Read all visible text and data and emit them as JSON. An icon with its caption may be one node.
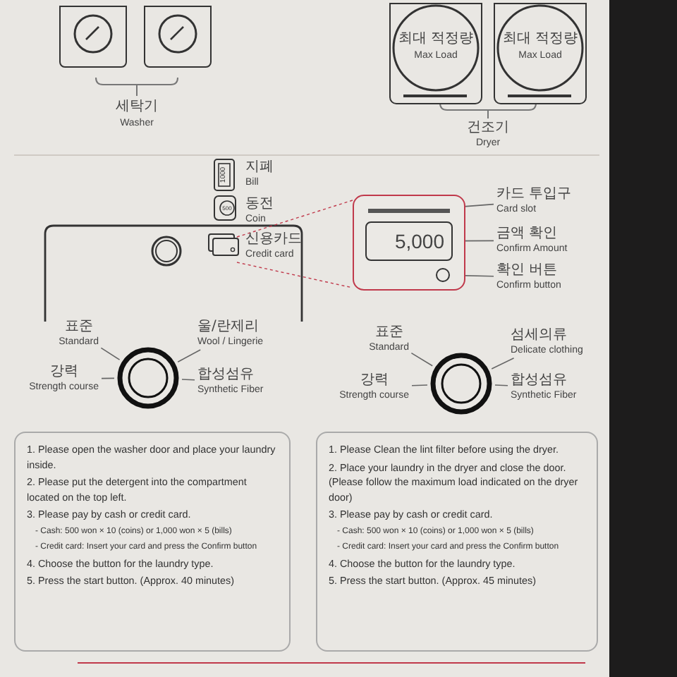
{
  "diagram": {
    "nodes": [
      {
        "text": [],
        "shape": "box"
      },
      {
        "text": [],
        "shape": "box"
      },
      {
        "text": [
          "최대 적정량",
          "Max Load"
        ]
      },
      {
        "text": [
          "최대 적정량",
          "Max Load"
        ]
      },
      {
        "text": [],
        "shape": "box"
      },
      {
        "text": [],
        "shape": "bar",
        "in": 4
      },
      {
        "text": [
          "5,000"
        ],
        "in": 4
      },
      {
        "text": [],
        "shape": "circle",
        "in": 4
      },
      {
        "text": [
          "카드 투입구",
          "Card slot"
        ]
      },
      {
        "text": [
          "금액 확인",
          "Confirm Amount"
        ]
      },
      {
        "text": [
          "확인 버튼",
          "Confirm button"
        ]
      },
      {
        "text": [],
        "shape": "circle"
      },
      {
        "text": [
          "표준",
          "Standard"
        ]
      },
      {
        "text": [
          "울/란제리",
          "Wool / Lingerie"
        ]
      },
      {
        "text": [
          "강력",
          "Strength course"
        ]
      },
      {
        "text": [
          "합성섬유",
          "Synthetic Fiber"
        ]
      },
      {
        "text": [],
        "shape": "circle"
      },
      {
        "text": [
          "표준",
          "Standard"
        ]
      },
      {
        "text": [
          "섬세의류",
          "Delicate clothing"
        ]
      },
      {
        "text": [
          "강력",
          "Strength course"
        ]
      },
      {
        "text": [
          "합성섬유",
          "Synthetic Fiber"
        ]
      },
      {
        "text": [
          "1. Please open the washer door and place your laundry inside.",
          "2. Please put the detergent into the compartment located on the top left.",
          "3. Please pay by cash or credit card.",
          "- Cash: 500 won × 10 (coins) or 1,000 won × 5 (bills)",
          "- Credit card: Insert your card and press the Confirm button",
          "4. Choose the button for the laundry type.",
          "5. Press the start button. (Approx. 40 minutes)"
        ]
      },
      {
        "text": [
          "1. Please Clean the lint filter before using the dryer.",
          "2. Place your laundry in the dryer and close the door. (Please follow the maximum load indicated on the dryer door)",
          "3. Please pay by cash or credit card.",
          "- Cash: 500 won × 10 (coins) or 1,000 won × 5 (bills)",
          "- Credit card: Insert your card and press the Confirm button",
          "4. Choose the button for the laundry type.",
          "5. Press the start button. (Approx. 45 minutes)"
        ]
      }
    ],
    "edges": [
      {
        "from": 8,
        "to": 5,
        "arrow": "none"
      },
      {
        "from": 9,
        "to": 6,
        "arrow": "none"
      },
      {
        "from": 10,
        "to": 7,
        "arrow": "none"
      },
      {
        "from": 12,
        "to": 11,
        "arrow": "none"
      },
      {
        "from": 13,
        "to": 11,
        "arrow": "none"
      },
      {
        "from": 14,
        "to": 11,
        "arrow": "none"
      },
      {
        "from": 15,
        "to": 11,
        "arrow": "none"
      },
      {
        "from": 17,
        "to": 16,
        "arrow": "none"
      },
      {
        "from": 18,
        "to": 16,
        "arrow": "none"
      },
      {
        "from": 19,
        "to": 16,
        "arrow": "none"
      },
      {
        "from": 20,
        "to": 16,
        "arrow": "none"
      }
    ],
    "labels": [
      "세탁기",
      "Washer",
      "건조기",
      "Dryer",
      "1000",
      "지폐",
      "Bill",
      "500",
      "동전",
      "Coin",
      "신용카드",
      "Credit card"
    ]
  }
}
